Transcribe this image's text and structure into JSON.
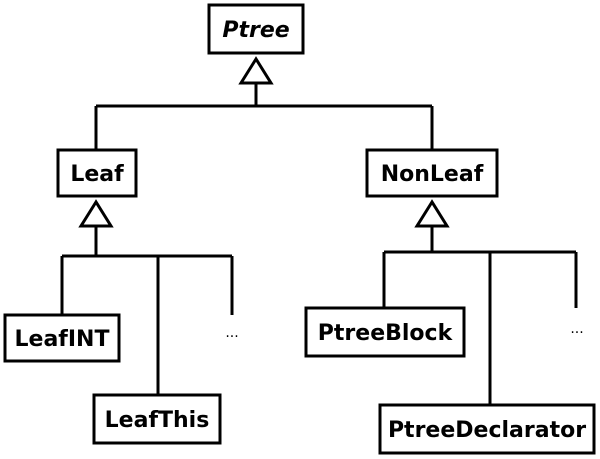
{
  "diagram": {
    "root": {
      "label": "Ptree"
    },
    "leaf": {
      "label": "Leaf"
    },
    "nonleaf": {
      "label": "NonLeaf"
    },
    "leaf_int": {
      "label": "LeafINT"
    },
    "leaf_this": {
      "label": "LeafThis"
    },
    "ptree_block": {
      "label": "PtreeBlock"
    },
    "ptree_declarator": {
      "label": "PtreeDeclarator"
    },
    "more_leaf": {
      "label": "..."
    },
    "more_nonleaf": {
      "label": "..."
    }
  },
  "colors": {
    "line": "#000000",
    "box_fill": "#ffffff",
    "background": "#ffffff"
  }
}
